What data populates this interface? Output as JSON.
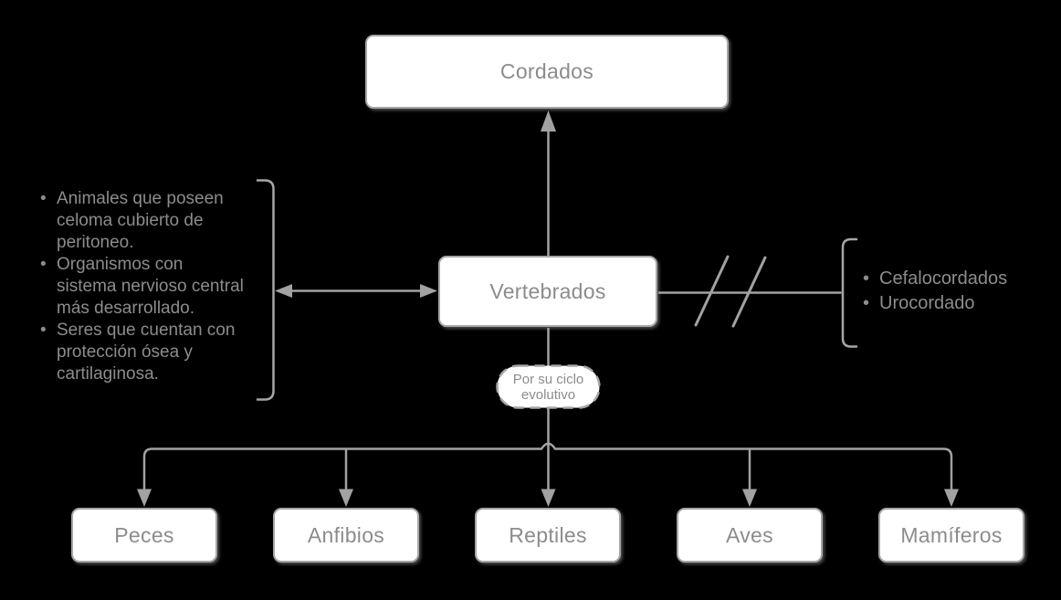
{
  "diagram": {
    "title_node": {
      "label": "Cordados"
    },
    "center_node": {
      "label": "Vertebrados"
    },
    "condition_node": {
      "label": "Por su ciclo\nevolutivo"
    },
    "child_nodes": [
      {
        "label": "Peces"
      },
      {
        "label": "Anfibios"
      },
      {
        "label": "Reptiles"
      },
      {
        "label": "Aves"
      },
      {
        "label": "Mamíferos"
      }
    ],
    "left_annotation": {
      "items": [
        "Animales que poseen\nceloma cubierto de\nperitoneo.",
        "Organismos con\nsistema nervioso central\nmás desarrollado.",
        "Seres que cuentan con\nprotección ósea y\ncartilaginosa."
      ]
    },
    "right_annotation": {
      "items": [
        "Cefalocordados",
        "Urocordado"
      ]
    },
    "colors": {
      "background": "#000000",
      "node_fill": "#ffffff",
      "node_border": "#a6a6a6",
      "connector": "#a2a2a2",
      "text": "#8c8c8c"
    }
  }
}
